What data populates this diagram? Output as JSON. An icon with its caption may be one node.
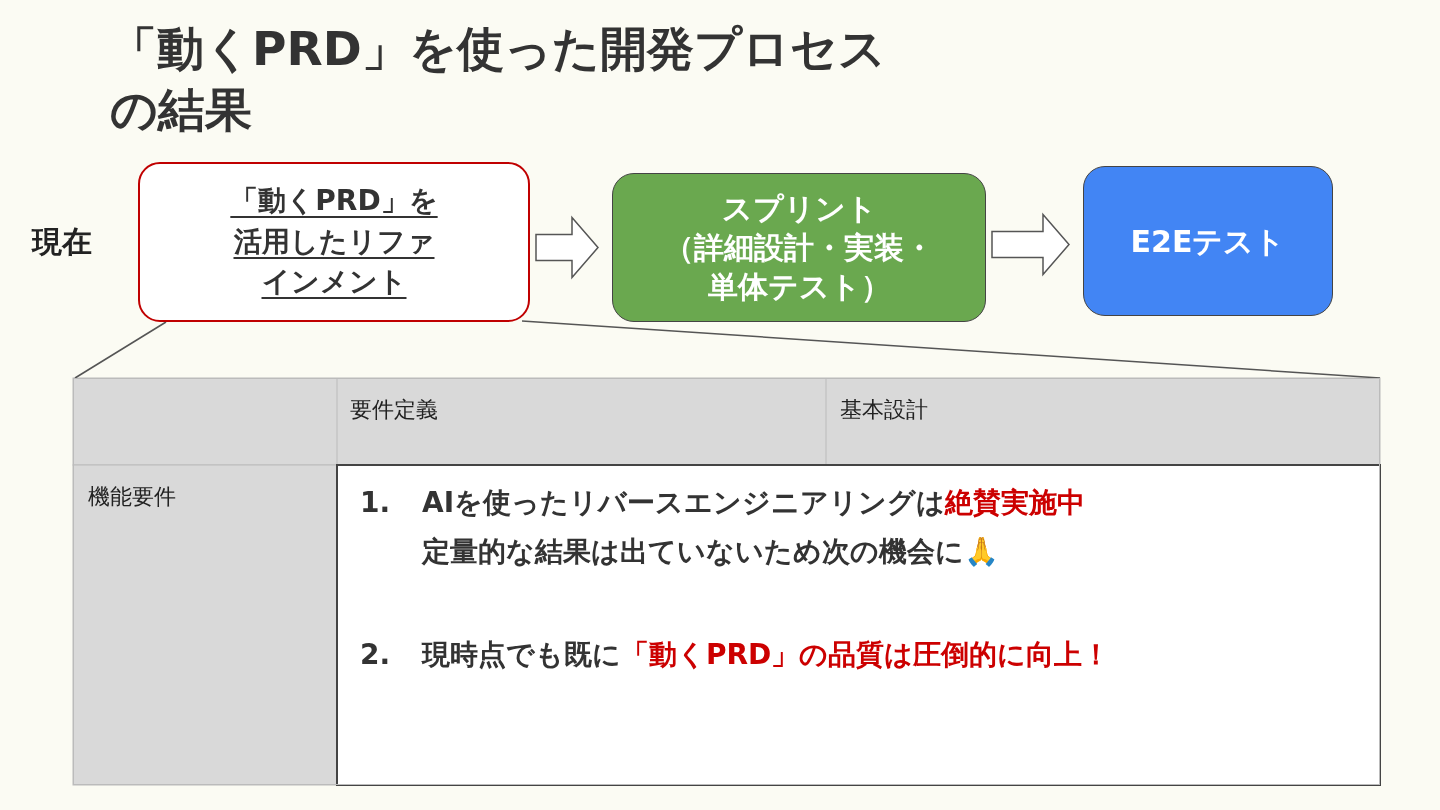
{
  "diagram": {
    "title": "「動くPRD」を使った開発プロセスの結果",
    "nodes": [
      {
        "text": [
          "「動くPRD」を活用したリファインメント"
        ]
      },
      {
        "text": [
          "スプリント（詳細設計・実装・単体テスト）"
        ]
      },
      {
        "text": [
          "E2Eテスト"
        ]
      },
      {
        "text": [],
        "shape": "box"
      }
    ],
    "edges": [
      {
        "from": 0,
        "to": 1,
        "arrow": "to"
      },
      {
        "from": 1,
        "to": 2,
        "arrow": "to"
      },
      {
        "from": 0,
        "to": 3,
        "arrow": "none"
      },
      {
        "from": 0,
        "to": 3,
        "arrow": "none"
      }
    ],
    "labels": [
      "現在",
      "要件定義",
      "基本設計",
      "機能要件",
      "1.",
      "AIを使ったリバースエンジニアリングは**絶賛実施中**定量的な結果は出ていないため次の機会に🙏",
      "2.",
      "現時点でも既に**「動くPRD」の品質は圧倒的に向上！**"
    ]
  }
}
